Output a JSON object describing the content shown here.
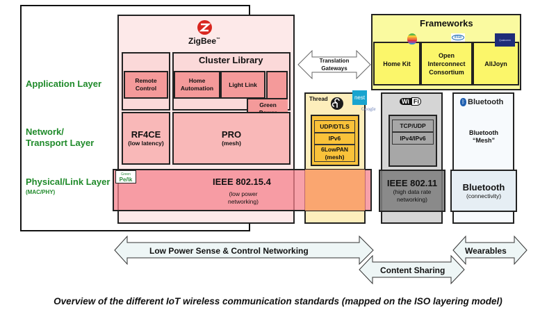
{
  "layers": {
    "application": "Application Layer",
    "network_line1": "Network/",
    "network_line2": "Transport Layer",
    "physical": "Physical/Link Layer",
    "physical_sub": "(MAC/PHY)"
  },
  "zigbee": {
    "logo_text": "ZigBee",
    "trademark": "™",
    "cluster_library": "Cluster Library",
    "remote_control_line1": "Remote",
    "remote_control_line2": "Control",
    "home_automation_line1": "Home",
    "home_automation_line2": "Automation",
    "light_link": "Light Link",
    "green_power_line1": "Green",
    "green_power_line2": "Power",
    "rf4ce": "RF4CE",
    "rf4ce_sub": "(low latency)",
    "pro": "PRO",
    "pro_sub": "(mesh)"
  },
  "ieee802154": {
    "title": "IEEE 802.15.4",
    "sub_line1": "(low power",
    "sub_line2": "networking)",
    "greenpeak_line1": "Green",
    "greenpeak_line2": "Pe/\\k"
  },
  "gateway": {
    "line1": "Translation",
    "line2": "Gateways"
  },
  "frameworks": {
    "title": "Frameworks",
    "items": [
      {
        "label_lines": [
          "Home Kit"
        ],
        "logo": "apple-logo"
      },
      {
        "label_lines": [
          "Open",
          "Interconnect",
          "Consortium"
        ],
        "logo": "intel-logo"
      },
      {
        "label_lines": [
          "AllJoyn"
        ],
        "logo": "qualcomm-logo"
      }
    ],
    "intel_text": "intel",
    "qualcomm_text": "Qualcomm"
  },
  "thread": {
    "label": "Thread",
    "nest_text": "nest",
    "google_text": "Google",
    "stack": [
      "UDP/DTLS",
      "IPv6",
      "6LowPAN",
      "(mesh)"
    ]
  },
  "wifi": {
    "logo_wi": "Wi",
    "logo_fi": "Fi",
    "stack": [
      "TCP/UDP",
      "IPv4/IPv6"
    ],
    "title": "IEEE 802.11",
    "sub_line1": "(high data rate",
    "sub_line2": "networking)"
  },
  "bluetooth": {
    "logo_text": "Bluetooth",
    "mesh_line1": "Bluetooth",
    "mesh_line2": "“Mesh”",
    "title": "Bluetooth",
    "sub": "(connectivity)"
  },
  "ranges": {
    "low_power": "Low Power Sense & Control Networking",
    "content_sharing": "Content Sharing",
    "wearables": "Wearables"
  },
  "caption": "Overview of the different IoT wireless communication standards (mapped on the ISO layering model)",
  "colors": {
    "layer_label": "#1f8a2a",
    "zigbee_bg": "#fde9e9",
    "zigbee_inner": "#f9b8b8",
    "zigbee_item": "#f49a9a",
    "ieee802154": "#f79b9b",
    "frameworks_bg": "#fafaa0",
    "framework_item": "#fbf66a",
    "thread_bg": "#fdeebc",
    "thread_stack": "#fac23a",
    "wifi_bg": "#d5d5d5",
    "wifi_stack": "#a7a7a7",
    "ieee80211": "#8a8a8a",
    "bluetooth_bg": "#f7fafd",
    "bluetooth_phy": "#e6eef4",
    "arrow_fill": "#eef6f6"
  }
}
